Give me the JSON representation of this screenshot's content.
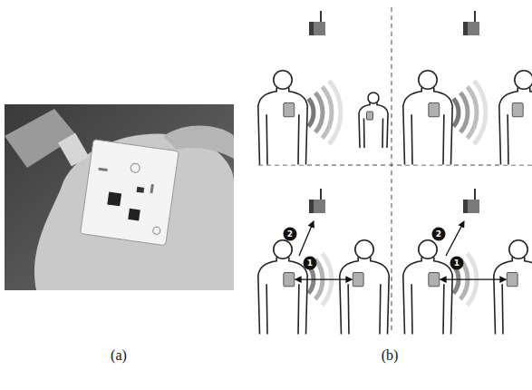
{
  "diagram": {
    "labels": [
      "2",
      "2",
      "1",
      "1",
      "(a)",
      "(b)"
    ]
  }
}
